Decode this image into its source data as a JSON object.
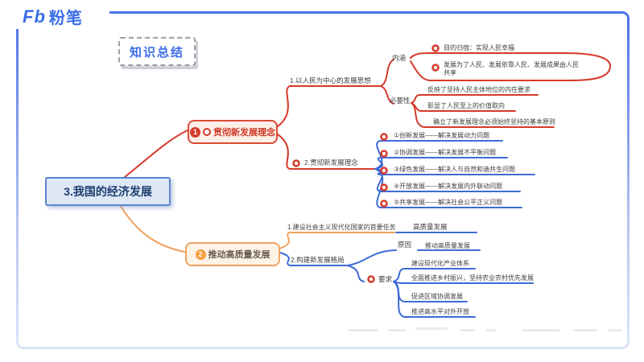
{
  "brand": {
    "fb": "Fb",
    "name": "粉笔"
  },
  "header": {
    "badge": "知识总结"
  },
  "root": {
    "title": "3.我国的经济发展"
  },
  "colors": {
    "brand_blue": "#3a6ee8",
    "frame_blue_top": "#4a72e8",
    "frame_blue_bottom": "#dde4f8",
    "branch_red": "#d6392b",
    "branch_blue": "#3e6bd6",
    "branch_orange": "#eea15f",
    "red_node_bg": "#fcefe8",
    "orange_node_bg": "#fdf3e6",
    "root_bg": "#dde7f6",
    "root_border": "#5a85cf"
  },
  "icons": {
    "branch1_number": "1",
    "branch2_number": "2",
    "bullet": "ring",
    "marker": "ring"
  },
  "b1": {
    "badge": "1",
    "title": "贯彻新发展理念",
    "s1": {
      "title": "1.以人民为中心的发展思想",
      "connotation": {
        "label": "内涵",
        "items": [
          "目的归宿：实现人民幸福",
          "发展为了人民、发展依靠人民、发展成果由人民共享"
        ]
      },
      "necessity": {
        "label": "必要性",
        "items": [
          "反映了坚持人民主体地位的内在要求",
          "彰显了人民至上的价值取向",
          "确立了新发展理念必须始终坚持的基本原则"
        ]
      }
    },
    "s2": {
      "title": "2.贯彻新发展理念",
      "items": [
        "①创新发展——解决发展动力问题",
        "②协调发展——解决发展不平衡问题",
        "③绿色发展——解决人与自然和谐共生问题",
        "④开放发展——解决发展内外联动问题",
        "⑤共享发展——解决社会公平正义问题"
      ]
    }
  },
  "b2": {
    "badge": "2",
    "title": "推动高质量发展",
    "s1": {
      "title": "1.建设社会主义现代化国家的首要任务",
      "answer": "高质量发展"
    },
    "s2": {
      "title": "2.构建新发展格局",
      "reason": {
        "label": "原因",
        "value": "推动高质量发展"
      },
      "require": {
        "label": "要求",
        "items": [
          "建设现代化产业体系",
          "全面推进乡村振兴，坚持农业农村优先发展",
          "促进区域协调发展",
          "推进高水平对外开放"
        ]
      }
    }
  }
}
